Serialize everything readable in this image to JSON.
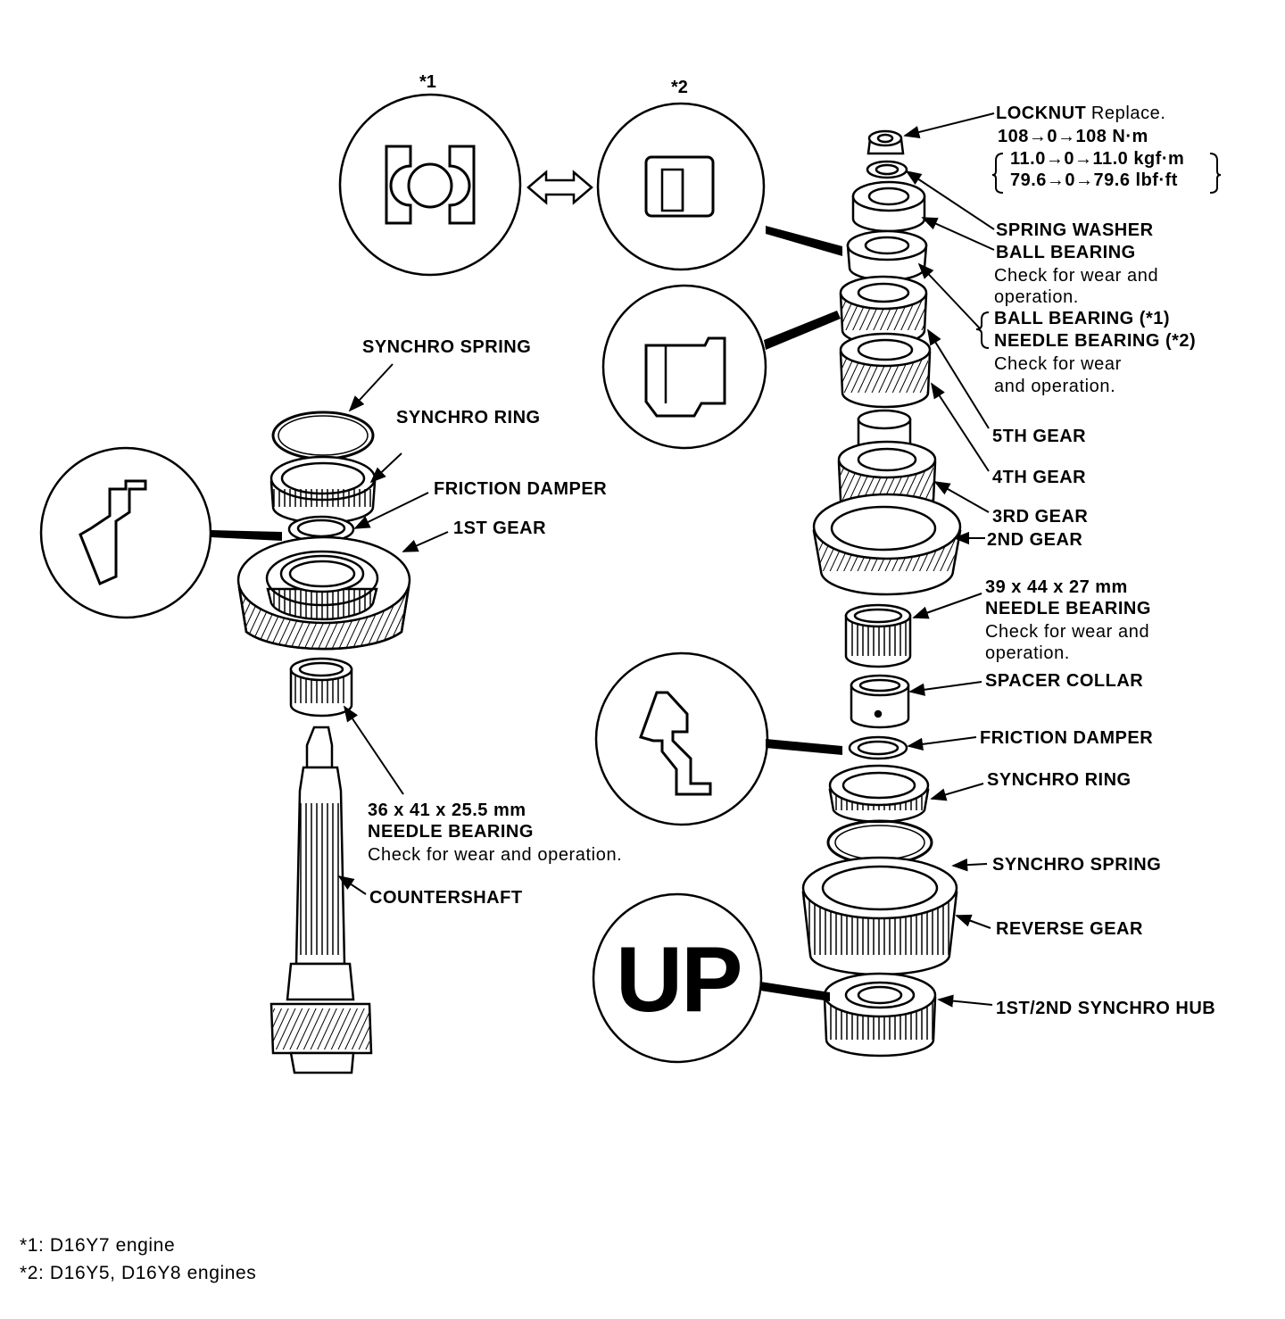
{
  "markers": {
    "m1": "*1",
    "m2": "*2"
  },
  "up_symbol": "UP",
  "labels": {
    "locknut": "LOCKNUT",
    "locknut_note": "Replace.",
    "torque_nm": "108→0→108 N·m",
    "torque_kgf": "11.0→0→11.0 kgf·m",
    "torque_lbf": "79.6→0→79.6 lbf·ft",
    "spring_washer": "SPRING WASHER",
    "ball_bearing": "BALL BEARING",
    "ball_bearing_note_1": "Check for wear and",
    "ball_bearing_note_2": "operation.",
    "ball_bearing_1": "BALL BEARING (*1)",
    "needle_bearing_2": "NEEDLE BEARING (*2)",
    "needle_note_1": "Check for wear",
    "needle_note_2": "and operation.",
    "gear_5th": "5TH GEAR",
    "gear_4th": "4TH GEAR",
    "gear_3rd": "3RD GEAR",
    "gear_2nd": "2ND GEAR",
    "nb39_size": "39 x 44 x 27 mm",
    "nb39_name": "NEEDLE BEARING",
    "nb39_note_1": "Check for wear and",
    "nb39_note_2": "operation.",
    "spacer_collar": "SPACER COLLAR",
    "friction_damper_right": "FRICTION DAMPER",
    "synchro_ring_right": "SYNCHRO RING",
    "synchro_spring_right": "SYNCHRO SPRING",
    "reverse_gear": "REVERSE GEAR",
    "synchro_hub": "1ST/2ND SYNCHRO HUB",
    "synchro_spring_left": "SYNCHRO SPRING",
    "synchro_ring_left": "SYNCHRO RING",
    "friction_damper_left": "FRICTION DAMPER",
    "gear_1st": "1ST GEAR",
    "nb36_size": "36 x 41 x 25.5 mm",
    "nb36_name": "NEEDLE BEARING",
    "nb36_note": "Check for wear and operation.",
    "countershaft": "COUNTERSHAFT"
  },
  "footnotes": {
    "f1": "*1: D16Y7 engine",
    "f2": "*2: D16Y5, D16Y8 engines"
  }
}
